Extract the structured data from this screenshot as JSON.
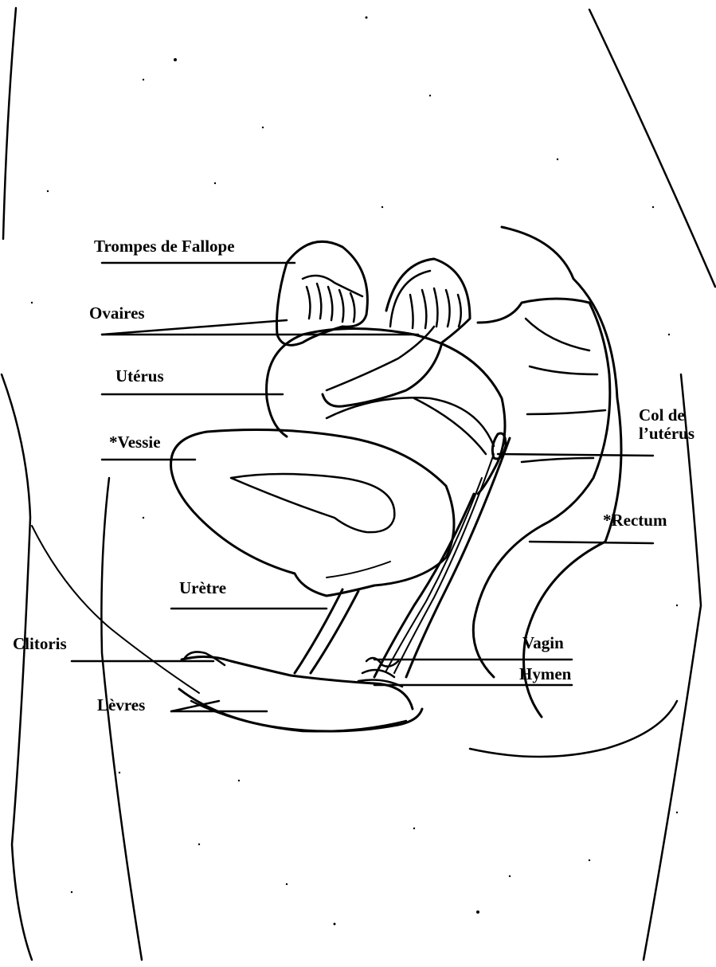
{
  "diagram": {
    "labels": {
      "fallopian_tubes": "Trompes de Fallope",
      "ovaries": "Ovaires",
      "uterus": "Utérus",
      "bladder": "*Vessie",
      "cervix": "Col de\nl’utérus",
      "rectum": "*Rectum",
      "urethra": "Urètre",
      "clitoris": "Clitoris",
      "vagina": "Vagin",
      "hymen": "Hymen",
      "labia": "Lèvres"
    },
    "colors": {
      "ink": "#000000",
      "background": "#ffffff"
    }
  }
}
